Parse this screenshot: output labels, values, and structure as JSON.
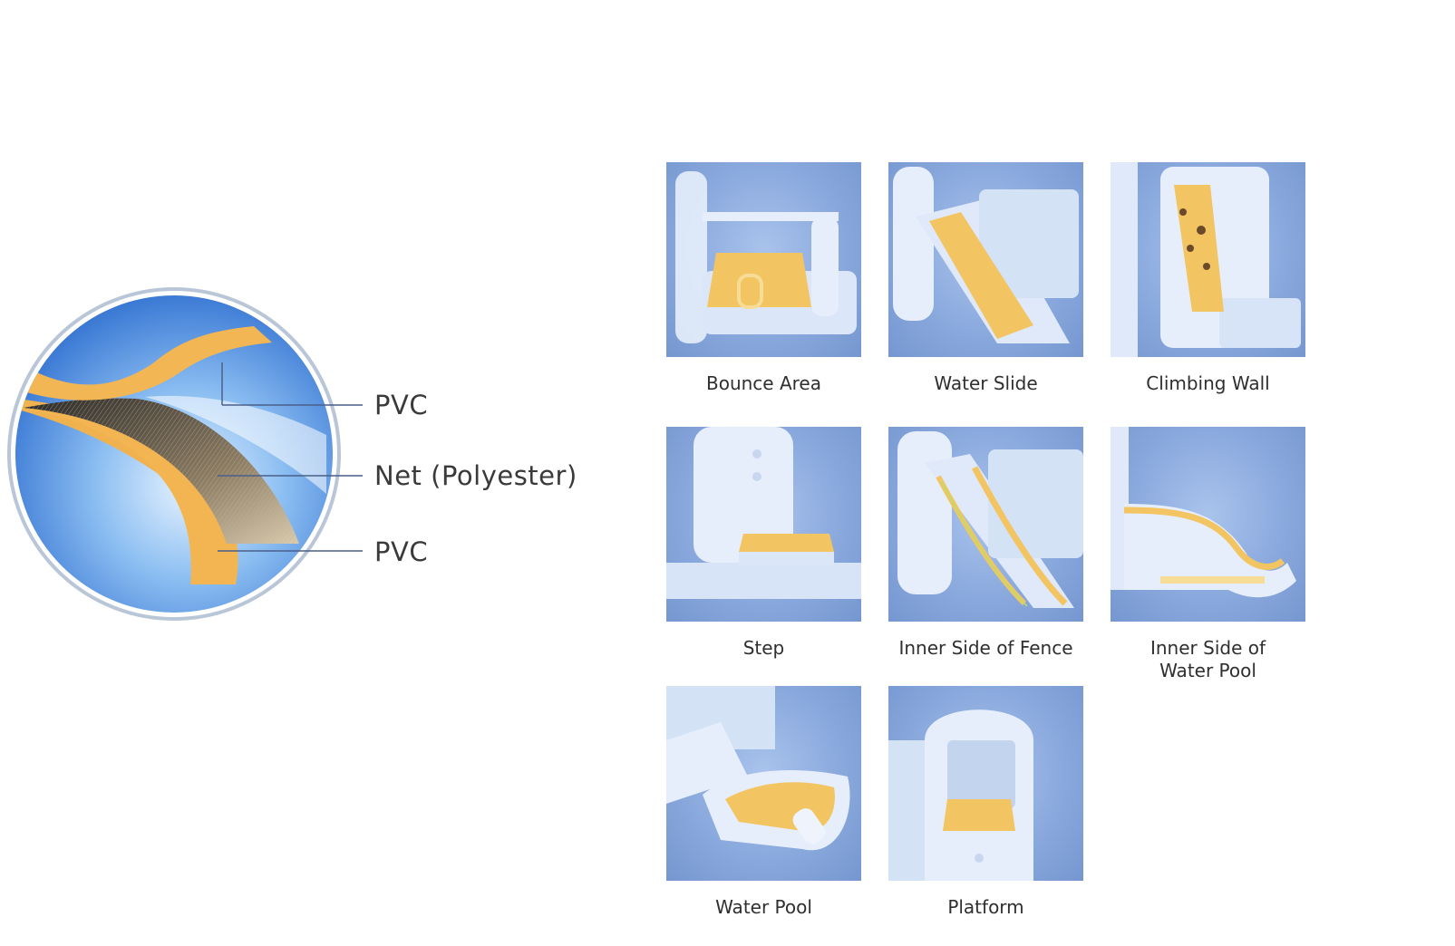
{
  "layers": {
    "top": "PVC",
    "middle": "Net (Polyester)",
    "bottom": "PVC"
  },
  "areas": [
    {
      "label": "Bounce Area",
      "icon": "bounce-area-render"
    },
    {
      "label": "Water Slide",
      "icon": "water-slide-render"
    },
    {
      "label": "Climbing Wall",
      "icon": "climbing-wall-render"
    },
    {
      "label": "Step",
      "icon": "step-render"
    },
    {
      "label": "Inner Side of Fence",
      "icon": "fence-render"
    },
    {
      "label": "Inner Side of\nWater Pool",
      "icon": "water-pool-inner-render"
    },
    {
      "label": "Water Pool",
      "icon": "water-pool-render"
    },
    {
      "label": "Platform",
      "icon": "platform-render"
    }
  ],
  "colors": {
    "highlight": "#f2c462",
    "tile_blue": "#8aa9dd",
    "structure": "#e6eefb",
    "circle_blue": "#3f7fd6"
  }
}
